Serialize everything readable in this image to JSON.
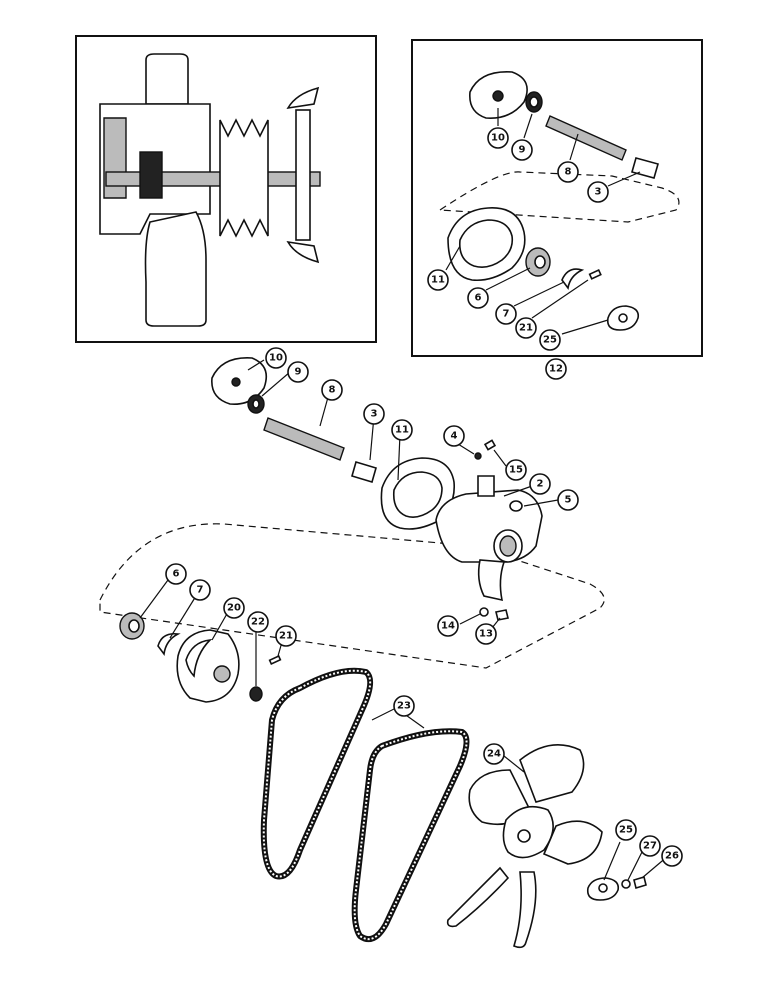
{
  "callouts": {
    "inset": [
      {
        "id": "inset-10",
        "label": "10"
      },
      {
        "id": "inset-9",
        "label": "9"
      },
      {
        "id": "inset-8",
        "label": "8"
      },
      {
        "id": "inset-3",
        "label": "3"
      },
      {
        "id": "inset-11",
        "label": "11"
      },
      {
        "id": "inset-6",
        "label": "6"
      },
      {
        "id": "inset-7",
        "label": "7"
      },
      {
        "id": "inset-21",
        "label": "21"
      },
      {
        "id": "inset-25",
        "label": "25"
      },
      {
        "id": "kit-12",
        "label": "12"
      }
    ],
    "main": [
      {
        "id": "main-10",
        "label": "10"
      },
      {
        "id": "main-9",
        "label": "9"
      },
      {
        "id": "main-8",
        "label": "8"
      },
      {
        "id": "main-3",
        "label": "3"
      },
      {
        "id": "main-11",
        "label": "11"
      },
      {
        "id": "main-4",
        "label": "4"
      },
      {
        "id": "main-15",
        "label": "15"
      },
      {
        "id": "main-2",
        "label": "2"
      },
      {
        "id": "main-5",
        "label": "5"
      },
      {
        "id": "main-6",
        "label": "6"
      },
      {
        "id": "main-7",
        "label": "7"
      },
      {
        "id": "main-20",
        "label": "20"
      },
      {
        "id": "main-22",
        "label": "22"
      },
      {
        "id": "main-21",
        "label": "21"
      },
      {
        "id": "main-14",
        "label": "14"
      },
      {
        "id": "main-13",
        "label": "13"
      },
      {
        "id": "main-23",
        "label": "23"
      },
      {
        "id": "main-24",
        "label": "24"
      },
      {
        "id": "main-25",
        "label": "25"
      },
      {
        "id": "main-27",
        "label": "27"
      },
      {
        "id": "main-26",
        "label": "26"
      }
    ]
  }
}
